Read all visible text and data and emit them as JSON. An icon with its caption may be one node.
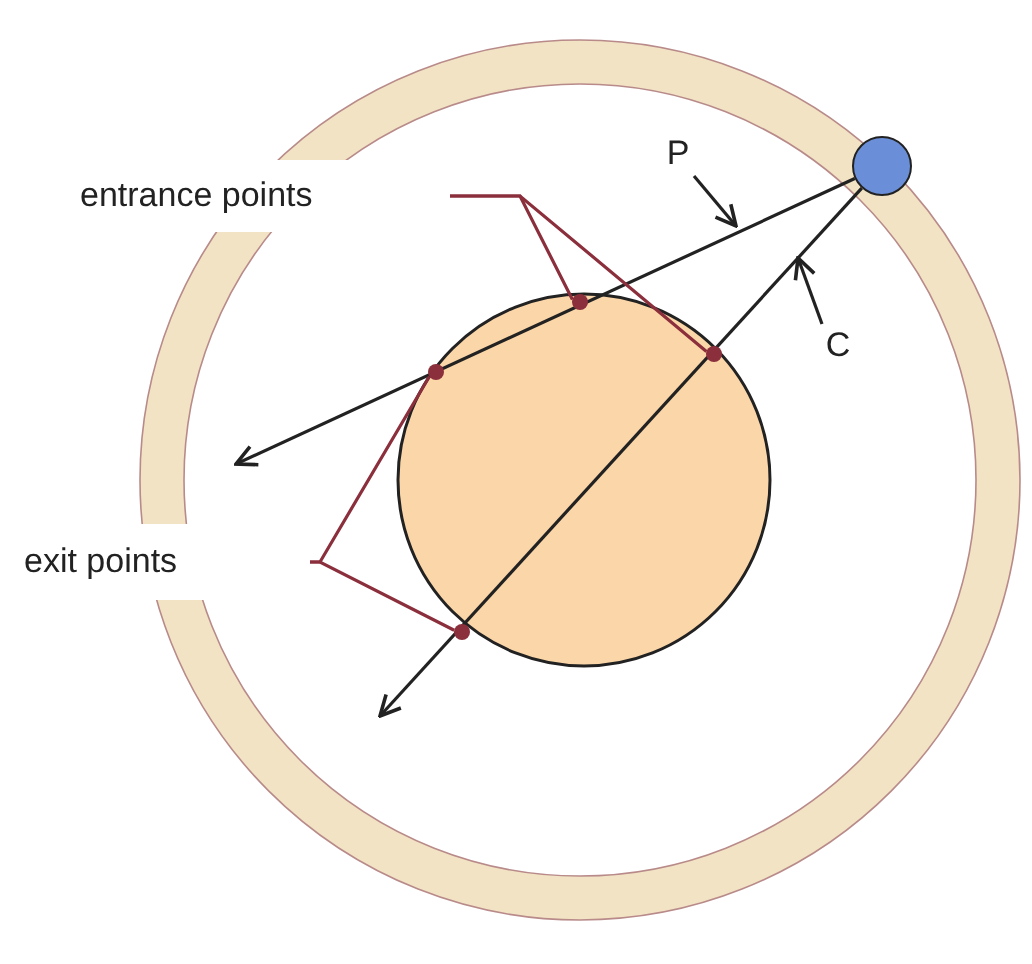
{
  "diagram": {
    "nodes": [
      {
        "text": [
          "entrance points"
        ]
      },
      {
        "text": [
          "exit points"
        ]
      },
      {
        "text": [
          "P"
        ]
      },
      {
        "text": [
          "C"
        ]
      },
      {
        "text": [],
        "shape": "circle"
      },
      {
        "text": [],
        "shape": "circle"
      },
      {
        "text": [],
        "shape": "circle"
      },
      {
        "text": [],
        "shape": "circle"
      },
      {
        "text": [],
        "shape": "circle"
      }
    ],
    "edges": [
      {
        "from": 4,
        "to": null,
        "arrow": "to"
      },
      {
        "from": 4,
        "to": null,
        "arrow": "to"
      },
      {
        "from": 0,
        "to": 5,
        "arrow": "none",
        "color": "#8b2f3c"
      },
      {
        "from": 0,
        "to": 6,
        "arrow": "none",
        "color": "#8b2f3c"
      },
      {
        "from": 1,
        "to": 7,
        "arrow": "none",
        "color": "#8b2f3c"
      },
      {
        "from": 1,
        "to": 8,
        "arrow": "none",
        "color": "#8b2f3c"
      },
      {
        "from": 2,
        "to": null,
        "arrow": "to"
      },
      {
        "from": 3,
        "to": null,
        "arrow": "to"
      }
    ]
  }
}
